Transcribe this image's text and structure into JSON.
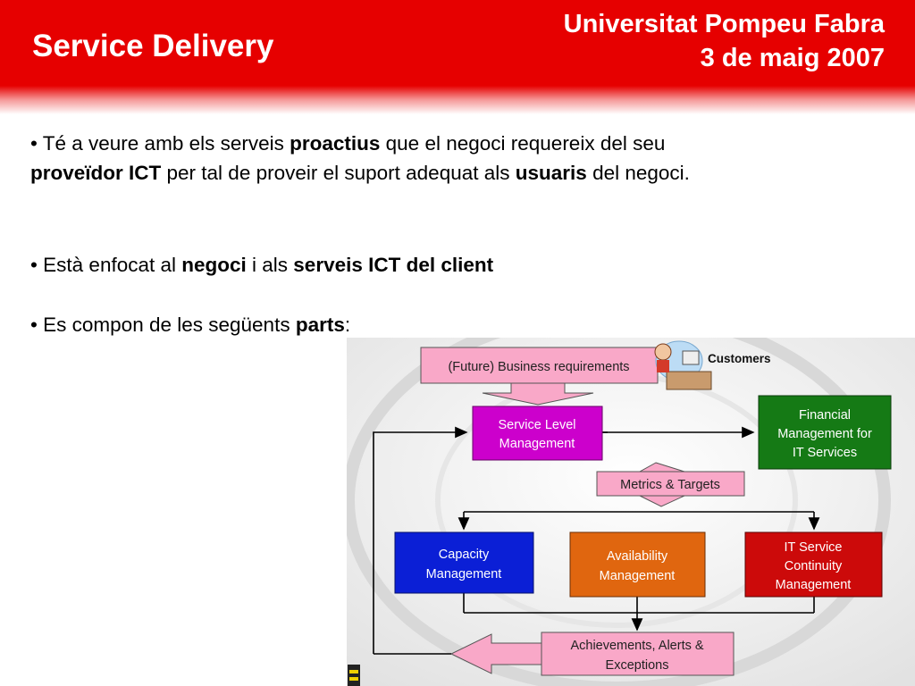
{
  "slide": {
    "title": "Service Delivery",
    "institution": "Universitat Pompeu Fabra",
    "date": "3 de maig 2007"
  },
  "bullets": {
    "b1": {
      "bullet": "•",
      "t1": "Té a veure amb els serveis ",
      "t2": "proactius",
      "t3": " que el negoci requereix del seu ",
      "t4": "proveïdor ICT",
      "t5": " per tal de proveir el suport adequat als ",
      "t6": "usuaris",
      "t7": " del negoci."
    },
    "b2": {
      "bullet": "•",
      "t1": "Està enfocat al ",
      "t2": "negoci",
      "t3": " i als ",
      "t4": "serveis ICT del client"
    },
    "b3": {
      "bullet": "•",
      "t1": "Es compon de les següents ",
      "t2": "parts",
      "t3": ":"
    }
  },
  "diagram": {
    "business_req": "(Future) Business requirements",
    "customers": "Customers",
    "slm": [
      "Service Level",
      "Management"
    ],
    "financial": [
      "Financial",
      "Management for",
      "IT Services"
    ],
    "metrics": "Metrics & Targets",
    "capacity": [
      "Capacity",
      "Management"
    ],
    "availability": [
      "Availability",
      "Management"
    ],
    "continuity": [
      "IT Service",
      "Continuity",
      "Management"
    ],
    "achievements": [
      "Achievements, Alerts &",
      "Exceptions"
    ],
    "colors": {
      "slm": "#cc00cc",
      "financial": "#157a15",
      "capacity": "#0b1fd6",
      "availability": "#e0660f",
      "continuity": "#cc0a0a",
      "pink": "#f9a8c8"
    }
  }
}
